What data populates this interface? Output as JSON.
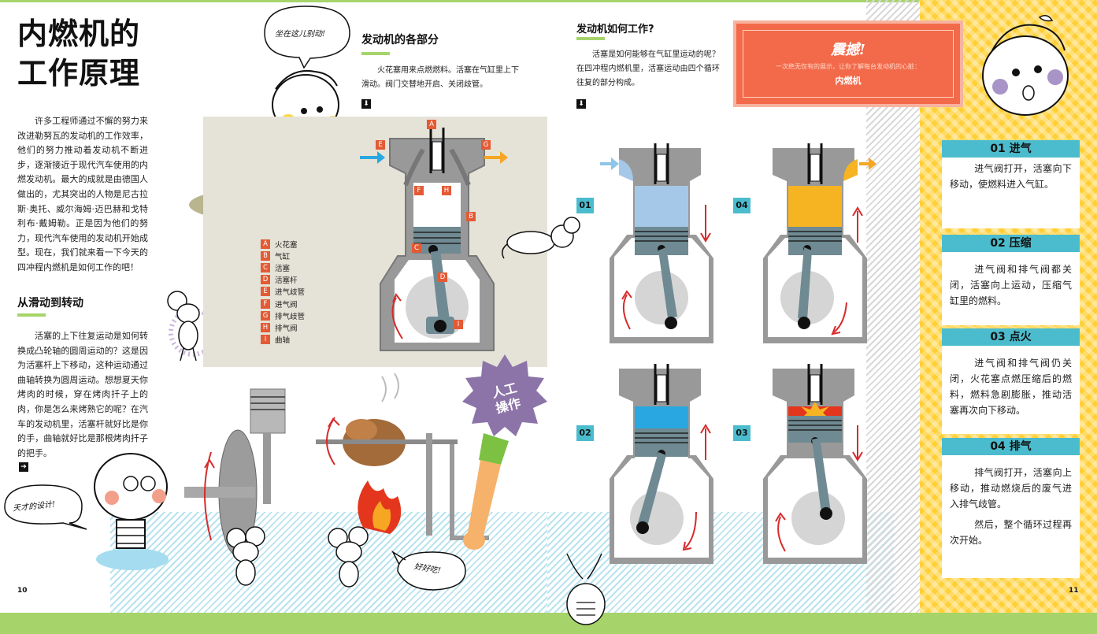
{
  "left_page": {
    "title_line1": "内燃机的",
    "title_line2": "工作原理",
    "intro": "许多工程师通过不懈的努力来改进勒努瓦的发动机的工作效率，他们的努力推动着发动机不断进步，逐渐接近于现代汽车使用的内燃发动机。最大的成就是由德国人做出的，尤其突出的人物是尼古拉斯·奥托、威尔海姆·迈巴赫和戈特利布·戴姆勒。正是因为他们的努力，现代汽车使用的发动机开始成型。现在，我们就来看一下今天的四冲程内燃机是如何工作的吧！",
    "section_heading": "从滑动到转动",
    "section_text": "活塞的上下往复运动是如何转换成凸轮轴的圆周运动的？这是因为活塞杆上下移动，这种运动通过曲轴转换为圆周运动。想想夏天你烤肉的时候，穿在烤肉扦子上的肉，你是怎么来烤熟它的呢？在汽车的发动机里，活塞杆就好比是你的手，曲轴就好比是那根烤肉扦子的把手。",
    "page_number": "10",
    "bubble_top": "坐在这儿别动!",
    "bubble_genius": "天才的设计!",
    "bubble_yummy": "好好吃!",
    "manual_badge_line1": "人工",
    "manual_badge_line2": "操作"
  },
  "parts_section": {
    "heading": "发动机的各部分",
    "text": "火花塞用来点燃燃料。活塞在气缸里上下滑动。阀门交替地开启、关闭歧管。",
    "legend": [
      {
        "key": "A",
        "label": "火花塞"
      },
      {
        "key": "B",
        "label": "气缸"
      },
      {
        "key": "C",
        "label": "活塞"
      },
      {
        "key": "D",
        "label": "活塞杆"
      },
      {
        "key": "E",
        "label": "进气歧管"
      },
      {
        "key": "F",
        "label": "进气阀"
      },
      {
        "key": "G",
        "label": "排气歧管"
      },
      {
        "key": "H",
        "label": "排气阀"
      },
      {
        "key": "I",
        "label": "曲轴"
      }
    ]
  },
  "how_section": {
    "heading": "发动机如何工作?",
    "text": "活塞是如何能够在气缸里运动的呢？在四冲程内燃机里，活塞运动由四个循环往复的部分构成。",
    "box_title": "震撼!",
    "box_sub": "一次绝无仅有的展示，让你了解每台发动机的心脏：",
    "box_name": "内燃机",
    "step_tags": [
      "01",
      "04",
      "02",
      "03"
    ]
  },
  "strokes": [
    {
      "title": "01 进气",
      "text": "进气阀打开，活塞向下移动，使燃料进入气缸。"
    },
    {
      "title": "02 压缩",
      "text": "进气阀和排气阀都关闭，活塞向上运动，压缩气缸里的燃料。"
    },
    {
      "title": "03 点火",
      "text": "进气阀和排气阀仍关闭，火花塞点燃压缩后的燃料，燃料急剧膨胀，推动活塞再次向下移动。"
    },
    {
      "title": "04 排气",
      "text": "排气阀打开，活塞向上移动，推动燃烧后的废气进入排气歧管。",
      "text2": "然后，整个循环过程再次开始。"
    }
  ],
  "right_page_number": "11",
  "colors": {
    "green": "#a6d46a",
    "teal": "#4bbccd",
    "orange": "#f26a4a",
    "label_red": "#e35a35",
    "yellow": "#ffcf35"
  }
}
